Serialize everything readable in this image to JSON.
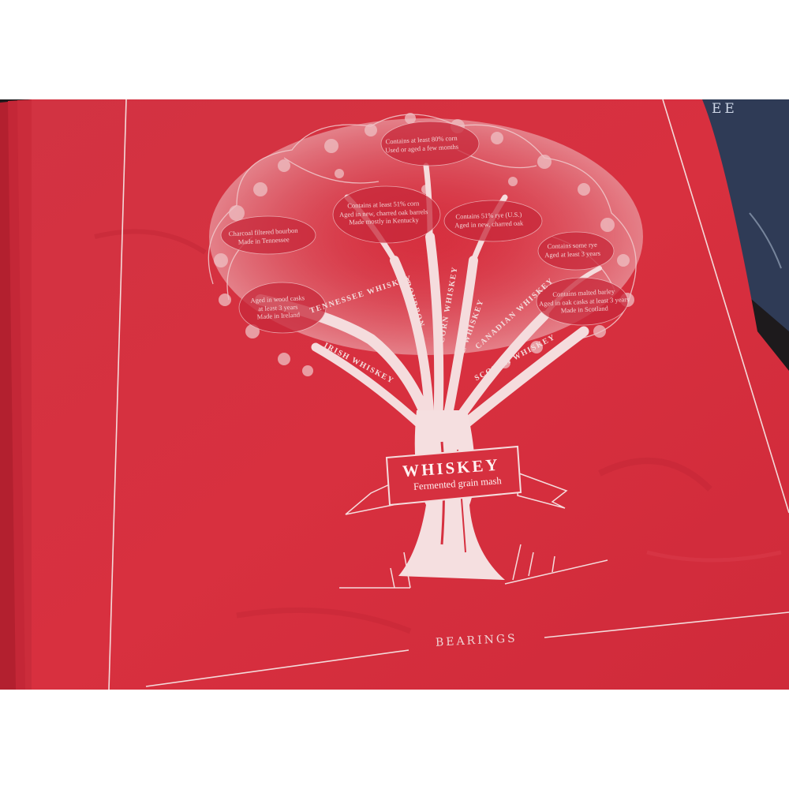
{
  "colors": {
    "cloth_red": "#d6303f",
    "cloth_red_dark": "#b82333",
    "ink": "#f8e6e6",
    "background_cloth_blue": "#2f3b56",
    "page": "#ffffff"
  },
  "print": {
    "title": "WHISKEY",
    "subtitle": "Fermented grain mash",
    "brand": "BEARINGS",
    "corner_partial_text": "EE"
  },
  "branches": {
    "irish": "IRISH WHISKEY",
    "tennessee": "TENNESSEE WHISKEY",
    "bourbon": "BOURBON",
    "corn": "CORN WHISKEY",
    "rye": "RYE WHISKEY",
    "canadian": "CANADIAN WHISKEY",
    "scotch": "SCOTCH WHISKEY"
  },
  "notes": {
    "top_1": "Contains at least 80% corn",
    "top_2": "Used or aged a few months",
    "bourbon_1": "Contains at least 51% corn",
    "bourbon_2": "Aged in new, charred oak barrels",
    "bourbon_3": "Made mostly in Kentucky",
    "rye_1": "Contains 51% rye (U.S.)",
    "rye_2": "Aged in new, charred oak",
    "tennessee_1": "Charcoal filtered bourbon",
    "tennessee_2": "Made in Tennessee",
    "irish_1": "Aged in wood casks",
    "irish_2": "at least 3 years",
    "irish_3": "Made in Ireland",
    "canadian_1": "Contains some rye",
    "canadian_2": "Aged at least 3 years",
    "scotch_1": "Contains malted barley",
    "scotch_2": "Aged in oak casks at least 3 years",
    "scotch_3": "Made in Scotland"
  }
}
